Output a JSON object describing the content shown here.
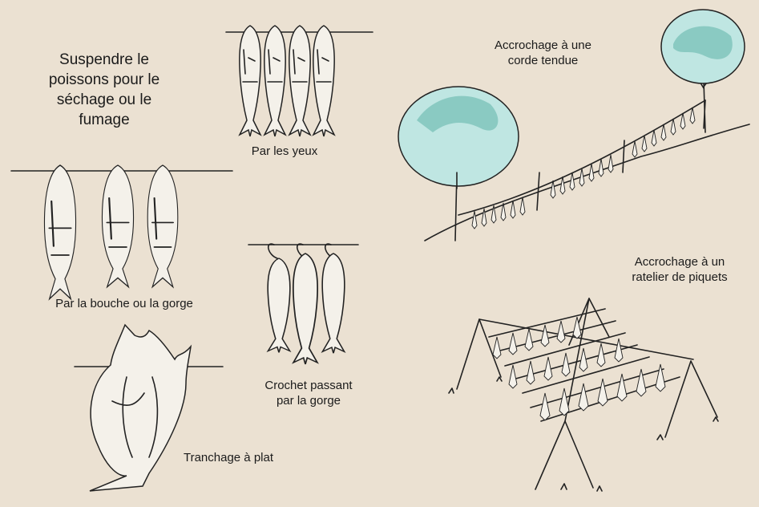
{
  "colors": {
    "background": "#ebe1d2",
    "ink": "#222222",
    "foliage": "#bfe6e2",
    "foliage_dark": "#5fb3a8"
  },
  "labels": {
    "intro": [
      "Suspendre le",
      "poissons pour le",
      "séchage ou le",
      "fumage"
    ],
    "by_eyes": "Par les yeux",
    "by_mouth": "Par la bouche ou la gorge",
    "hook": [
      "Crochet passant",
      "par la gorge"
    ],
    "flat": "Tranchage à plat",
    "rope": [
      "Accrochage à une",
      "corde tendue"
    ],
    "rack": [
      "Accrochage à un",
      "ratelier de piquets"
    ]
  }
}
